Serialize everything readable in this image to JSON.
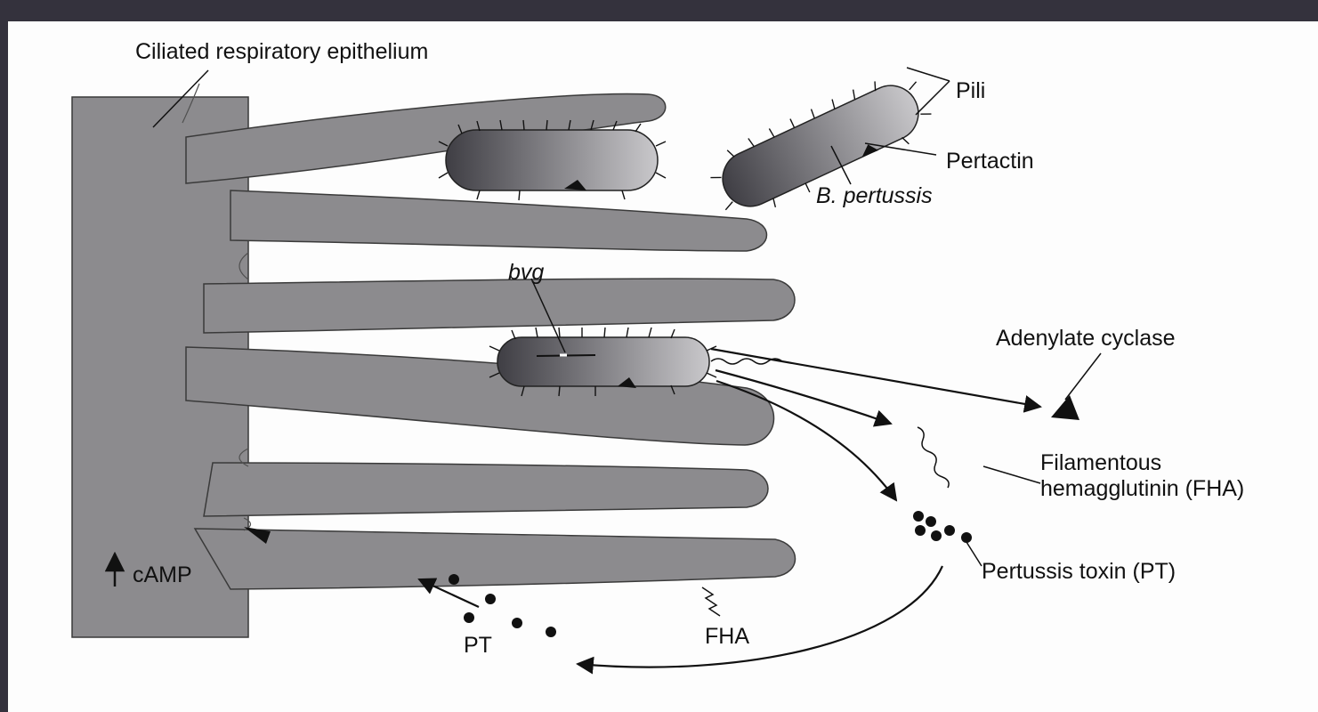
{
  "labels": {
    "ciliated_epithelium": "Ciliated respiratory epithelium",
    "pili": "Pili",
    "pertactin": "Pertactin",
    "b_pertussis": "B. pertussis",
    "bvg": "bvg",
    "adenylate_cyclase": "Adenylate cyclase",
    "fha_full": "Filamentous\nhemagglutinin (FHA)",
    "pt_full": "Pertussis toxin (PT)",
    "camp": "cAMP",
    "pt_short": "PT",
    "fha_short": "FHA"
  },
  "colors": {
    "cell_fill": "#8c8b8e",
    "cell_outline": "#3a3a3a",
    "ink": "#111111",
    "frame_background": "#34323d",
    "page_background": "#fdfdfd"
  }
}
